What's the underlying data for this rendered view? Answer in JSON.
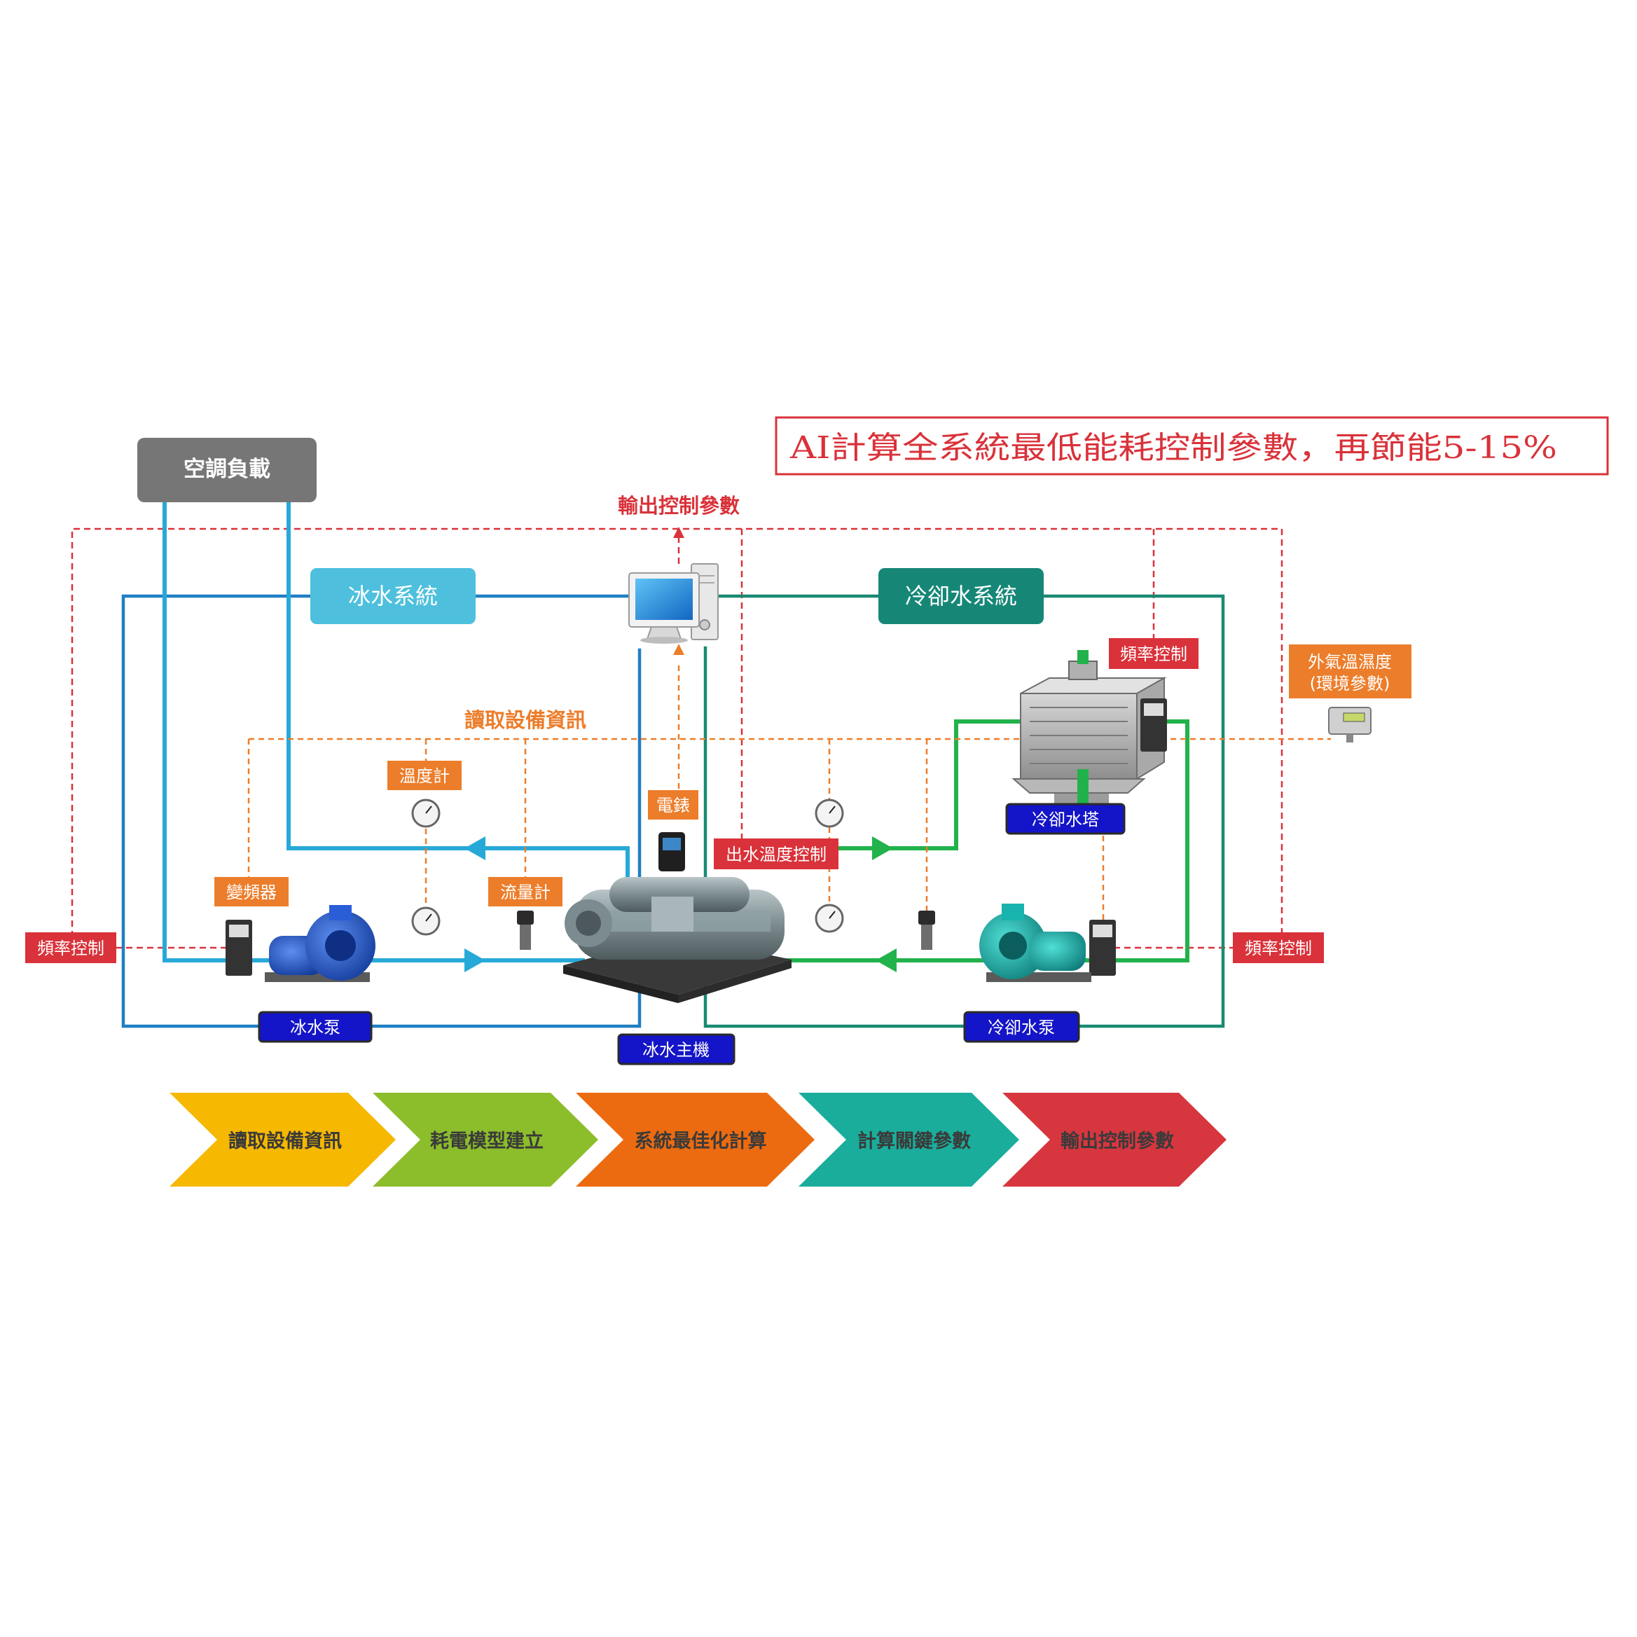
{
  "title": "AI計算全系統最低能耗控制參數，再節能5-15%",
  "ac_load": "空調負載",
  "output_params": "輸出控制參數",
  "read_info": "讀取設備資訊",
  "chilled_system": "冰水系統",
  "cooling_system": "冷卻水系統",
  "freq_control_top": "頻率控制",
  "freq_control_left": "頻率控制",
  "freq_control_right": "頻率控制",
  "outdoor_label": {
    "line1": "外氣溫濕度",
    "line2": "(環境參數)"
  },
  "thermometer": "溫度計",
  "power_meter": "電錶",
  "vfd": "變頻器",
  "flow_meter": "流量計",
  "outlet_temp_control": "出水溫度控制",
  "cooling_tower": "冷卻水塔",
  "chilled_pump": "冰水泵",
  "chiller": "冰水主機",
  "cooling_pump": "冷卻水泵",
  "process_steps": [
    "讀取設備資訊",
    "耗電模型建立",
    "系統最佳化計算",
    "計算關鍵參數",
    "輸出控制參數"
  ],
  "colors": {
    "red": "#d9323a",
    "orange": "#ec7d2a",
    "chilled_blue": "#1f7fc4",
    "cyan": "#27a9d8",
    "teal": "#1a8a72",
    "green": "#22b24c",
    "gray_box": "#767676",
    "label_blue": "#1414c8",
    "step_colors": [
      "#f6b800",
      "#8cbd2b",
      "#ec6b10",
      "#1aad9b",
      "#d8363f"
    ]
  }
}
